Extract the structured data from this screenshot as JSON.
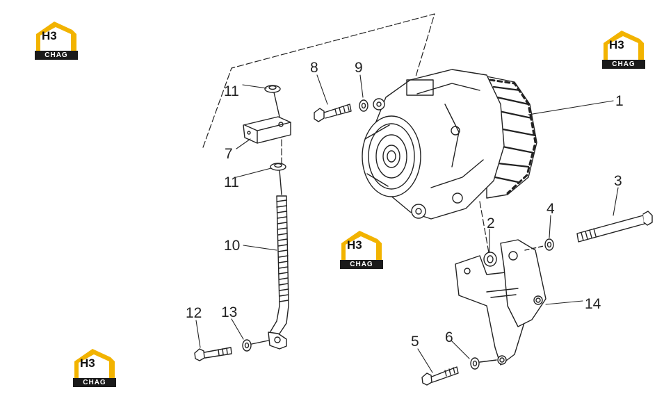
{
  "logo": {
    "brand": "H3",
    "text": "CHAG",
    "accent_color": "#f2b300",
    "dark_color": "#1a1a1a"
  },
  "callouts": {
    "n1": "1",
    "n2": "2",
    "n3": "3",
    "n4": "4",
    "n5": "5",
    "n6": "6",
    "n7": "7",
    "n8": "8",
    "n9": "9",
    "n10": "10",
    "n11a": "11",
    "n11b": "11",
    "n12": "12",
    "n13": "13",
    "n14": "14"
  }
}
